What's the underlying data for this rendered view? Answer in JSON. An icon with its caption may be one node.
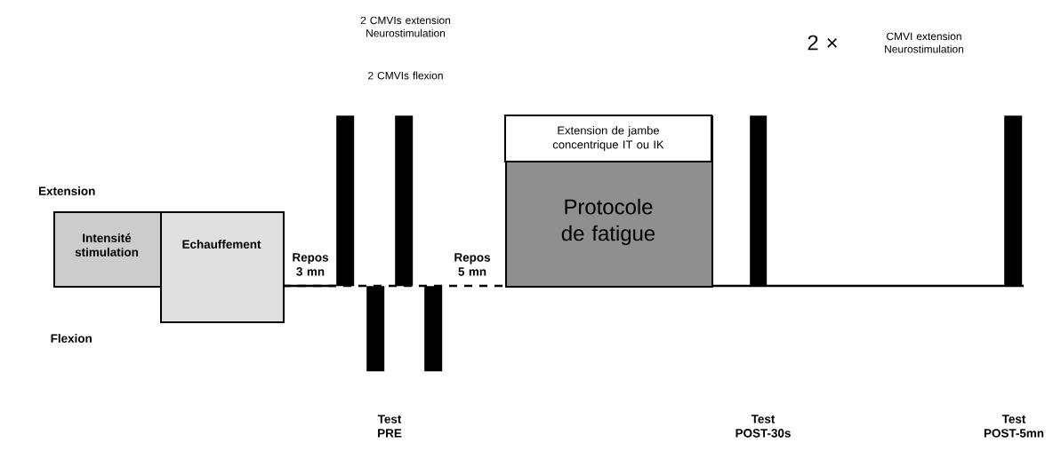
{
  "diagram": {
    "nodes": [
      {
        "text": [
          "Intensité stimulation"
        ]
      },
      {
        "text": [
          "Echauffement"
        ]
      },
      {
        "text": [],
        "shape": "bar"
      },
      {
        "text": [],
        "shape": "bar"
      },
      {
        "text": [],
        "shape": "bar"
      },
      {
        "text": [],
        "shape": "bar"
      },
      {
        "text": [
          "Extension de jambe concentrique IT ou IK",
          "Protocole de fatigue"
        ]
      },
      {
        "text": [],
        "shape": "bar"
      },
      {
        "text": [],
        "shape": "bar"
      }
    ],
    "labels": [
      "2 CMVIs extension Neurostimulation",
      "2 CMVIs flexion",
      "2 ×",
      "CMVI extension Neurostimulation",
      "Extension",
      "Repos 3 mn",
      "Repos 5 mn",
      "Flexion",
      "Test PRE",
      "Test POST-30s",
      "Test POST-5mn"
    ]
  }
}
